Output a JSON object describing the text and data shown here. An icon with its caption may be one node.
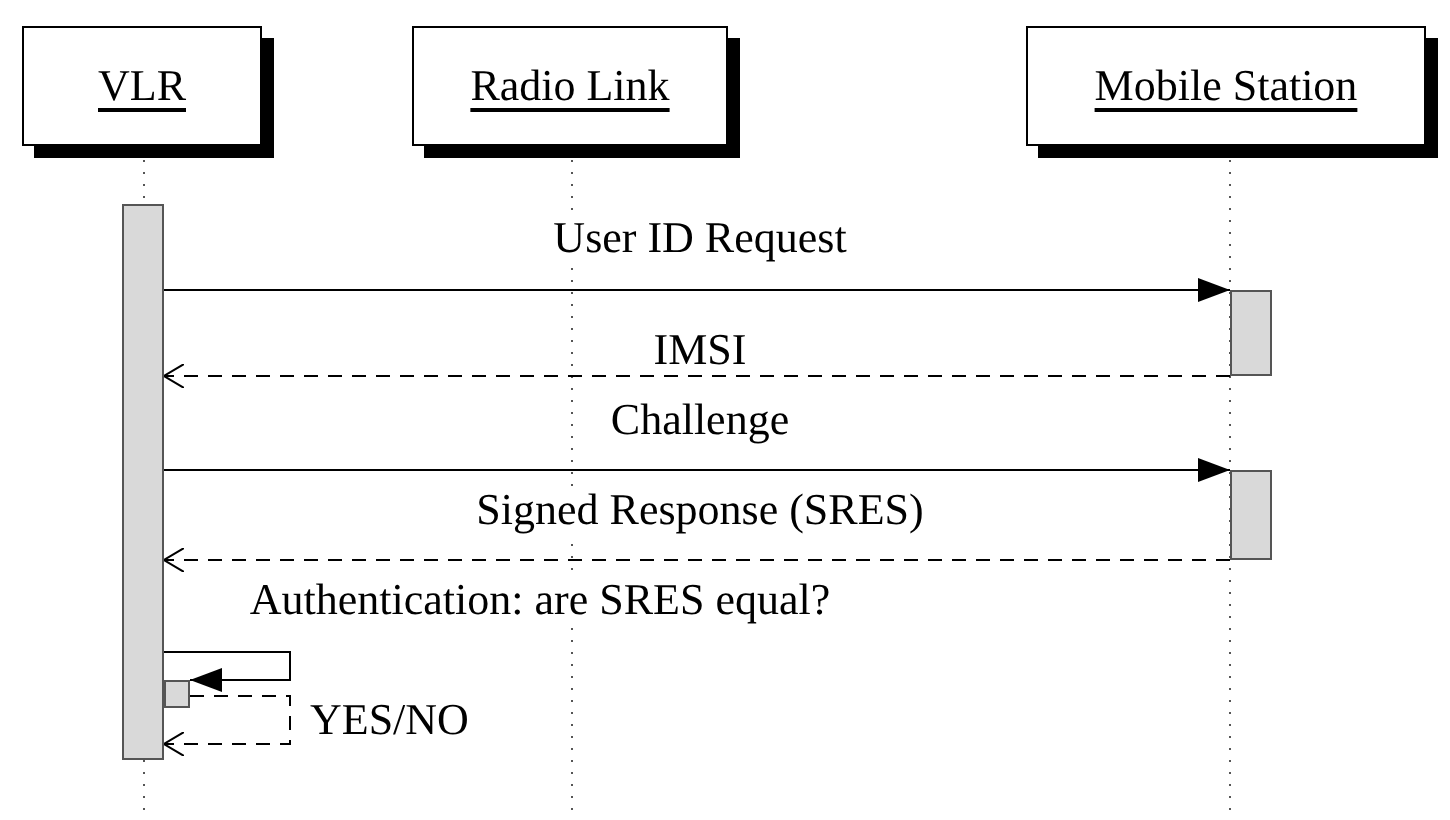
{
  "diagram": {
    "nodes": [
      {
        "text": [
          "VLR"
        ]
      },
      {
        "text": [
          "Radio Link"
        ]
      },
      {
        "text": [
          "Mobile Station"
        ]
      },
      {
        "text": [],
        "shape": "bar"
      },
      {
        "text": [],
        "shape": "bar"
      },
      {
        "text": [],
        "shape": "bar"
      },
      {
        "text": [],
        "shape": "bar"
      }
    ],
    "edges": [
      {
        "from": 3,
        "to": 4,
        "arrow": "to",
        "label": "User ID Request"
      },
      {
        "from": 4,
        "to": 3,
        "arrow": "to",
        "label": "IMSI",
        "style": "dashed"
      },
      {
        "from": 3,
        "to": 5,
        "arrow": "to",
        "label": "Challenge"
      },
      {
        "from": 5,
        "to": 3,
        "arrow": "to",
        "label": "Signed Response (SRES)",
        "style": "dashed"
      },
      {
        "from": 3,
        "to": 6,
        "arrow": "to",
        "label": "Authentication: are SRES equal?"
      },
      {
        "from": 6,
        "to": 3,
        "arrow": "to",
        "label": "YES/NO",
        "style": "dashed"
      }
    ]
  }
}
